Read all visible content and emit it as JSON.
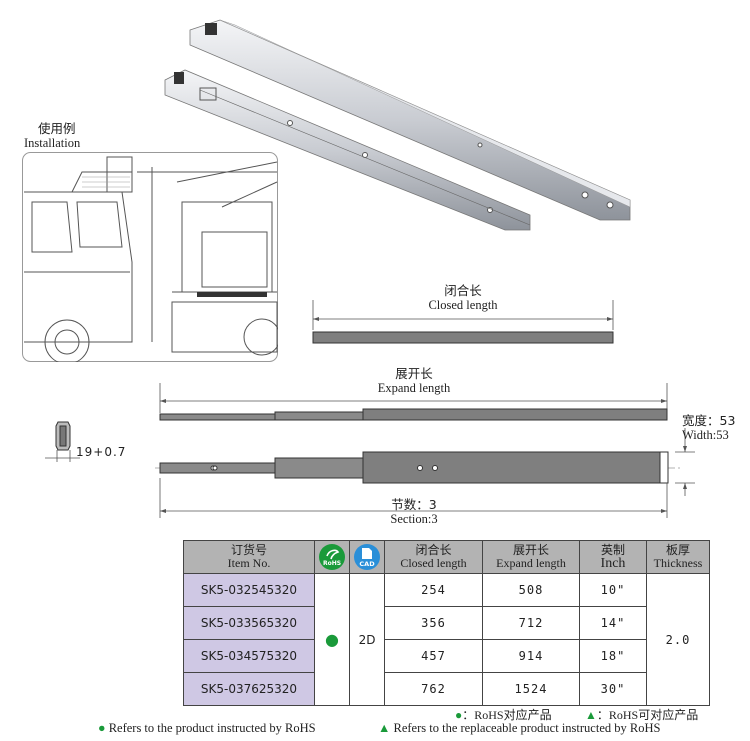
{
  "installation": {
    "title_zh": "使用例",
    "title_en": "Installation"
  },
  "closed": {
    "zh": "闭合长",
    "en": "Closed length"
  },
  "expand": {
    "zh": "展开长",
    "en": "Expand  length"
  },
  "section": {
    "zh": "节数：3",
    "en": "Section:3"
  },
  "width_label": {
    "zh": "宽度：53",
    "en": "Width:53"
  },
  "profile_dim": "19+0.7",
  "table": {
    "headers": [
      {
        "zh": "订货号",
        "en": "Item No."
      },
      {
        "icon": "RoHS"
      },
      {
        "icon": "CAD"
      },
      {
        "zh": "闭合长",
        "en": "Closed length"
      },
      {
        "zh": "展开长",
        "en": "Expand length"
      },
      {
        "zh": "英制",
        "en": "Inch"
      },
      {
        "zh": "板厚",
        "en": "Thickness"
      }
    ],
    "rows": [
      {
        "item": "SK5-032545320",
        "closed": "254",
        "expand": "508",
        "inch": "10\""
      },
      {
        "item": "SK5-033565320",
        "closed": "356",
        "expand": "712",
        "inch": "14\""
      },
      {
        "item": "SK5-034575320",
        "closed": "457",
        "expand": "914",
        "inch": "18\""
      },
      {
        "item": "SK5-037625320",
        "closed": "762",
        "expand": "1524",
        "inch": "30\""
      }
    ],
    "rohs": "●",
    "cad": "2D",
    "thickness": "2.0",
    "rohs_icon": "RoHS",
    "cad_icon": "CAD"
  },
  "legend": {
    "zh1": "●：RoHS对应产品",
    "zh2": "▲：RoHS可对应产品",
    "en1": "● Refers to the product instructed by RoHS",
    "en2": "▲ Refers to the replaceable product instructed by RoHS"
  },
  "colors": {
    "rohs_green": "#1a9a3a",
    "cad_blue": "#2a8fd8",
    "item_bg": "#cfc8e4",
    "header_bg": "#b3b3b3"
  }
}
